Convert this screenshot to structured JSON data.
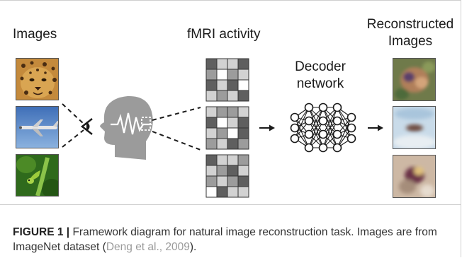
{
  "labels": {
    "images": "Images",
    "fmri_activity": "fMRI activity",
    "decoder_line1": "Decoder",
    "decoder_line2": "network",
    "reconstructed_line1": "Reconstructed",
    "reconstructed_line2": "Images"
  },
  "input_images": [
    "leopard-photo",
    "airplane-photo",
    "lizard-photo"
  ],
  "reconstructed_images": [
    "reconstructed-leopard",
    "reconstructed-airplane",
    "reconstructed-lizard"
  ],
  "fmri_grids": [
    [
      [
        3,
        1,
        1,
        3
      ],
      [
        2,
        0,
        2,
        1
      ],
      [
        3,
        1,
        3,
        0
      ],
      [
        1,
        2,
        1,
        3
      ]
    ],
    [
      [
        1,
        2,
        2,
        1
      ],
      [
        3,
        0,
        1,
        3
      ],
      [
        1,
        2,
        0,
        3
      ],
      [
        2,
        1,
        3,
        2
      ]
    ],
    [
      [
        3,
        1,
        1,
        2
      ],
      [
        1,
        2,
        3,
        1
      ],
      [
        2,
        1,
        2,
        3
      ],
      [
        0,
        3,
        1,
        1
      ]
    ]
  ],
  "colors": {
    "grid_shades": [
      "#ffffff",
      "#d2d2d2",
      "#9c9c9c",
      "#5f5f5f"
    ],
    "head": "#9b9b9b",
    "line": "#1a1a1a"
  },
  "caption": {
    "figure_label": "FIGURE 1 |",
    "text": " Framework diagram for natural image reconstruction task. Images are from ImageNet dataset (",
    "citation": "Deng et al., 2009",
    "closing": ")."
  }
}
